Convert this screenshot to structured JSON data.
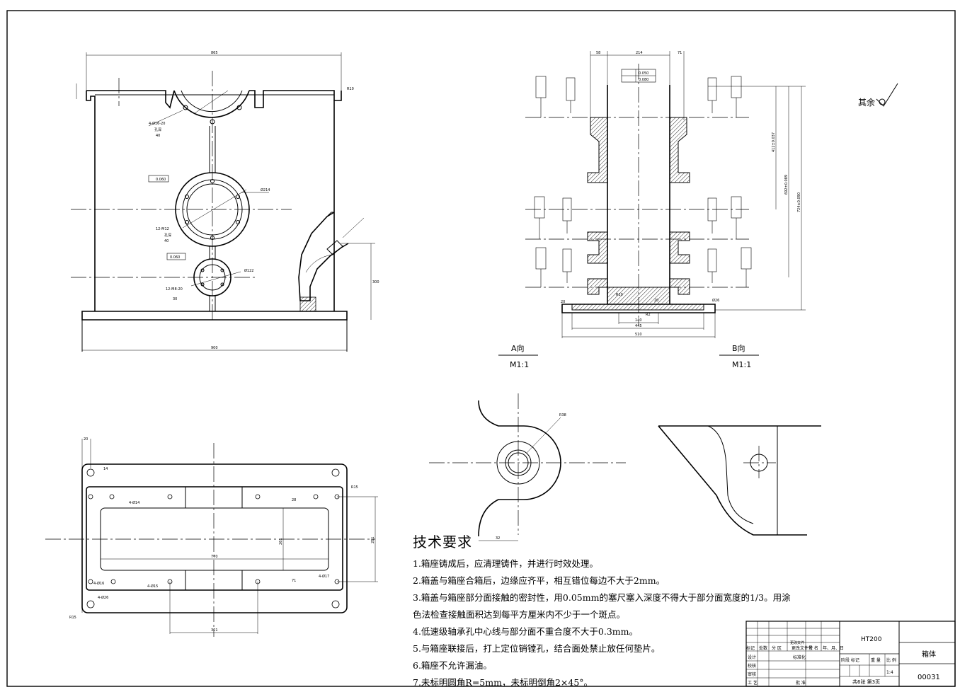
{
  "views": {
    "view_a": {
      "title": "A向",
      "scale": "M1:1"
    },
    "view_b": {
      "title": "B向",
      "scale": "M1:1"
    }
  },
  "roughness": {
    "label": "其余"
  },
  "dimensions": {
    "front": {
      "overall_width": "865",
      "base_width": "900",
      "height_a": "300",
      "dia_214": "Ø214",
      "dia_122": "Ø122",
      "r10": "R10",
      "note_hole_top": "4-Ø16-20",
      "note_hole_top_sub": "孔深",
      "note_hole_top_depth": "40",
      "note_hole_mid": "12-M12",
      "note_hole_mid_sub": "孔深",
      "note_hole_mid_depth": "40",
      "note_hole_low": "12-M8-20",
      "note_hole_low_depth": "30",
      "tol_mid": "0.060",
      "tol_low": "0.060"
    },
    "side": {
      "top_left": "58",
      "top_mid": "214",
      "top_right": "71",
      "h1": "412±0.037",
      "h2": "692±0.089",
      "h3": "724±0.090",
      "b1": "140",
      "b2": "445",
      "b3": "510",
      "r10": "R10",
      "r2": "R2",
      "d26": "Ø26",
      "w20": "20",
      "w20b": "20",
      "flat_050": "0.050",
      "flat_080": "0.080"
    },
    "plan": {
      "w770": "770",
      "w301": "301",
      "h261": "261",
      "h281": "281",
      "d14": "4-Ø14",
      "d15": "4-Ø15",
      "d16": "4-Ø16",
      "d26": "4-Ø26",
      "r15": "R15",
      "r15b": "R15",
      "d17": "4-Ø17",
      "v14": "14",
      "v20": "20",
      "v28": "28",
      "v71": "71"
    },
    "detail": {
      "r38": "R38",
      "w32": "32"
    }
  },
  "tech_requirements": {
    "title": "技术要求",
    "items": [
      "1.箱座铸成后，应清理铸件，并进行时效处理。",
      "2.箱盖与箱座合箱后，边缘应齐平，相互错位每边不大于2mm。",
      "3.箱盖与箱座部分面接触的密封性，用0.05mm的塞尺塞入深度不得大于部分面宽度的1/3。用涂",
      "色法检查接触面积达到每平方厘米内不少于一个斑点。",
      "4.低速级轴承孔中心线与部分面不重合度不大于0.3mm。",
      "5.与箱座联接后，打上定位销镗孔，结合面处禁止放任何垫片。",
      "6.箱座不允许漏油。",
      "7.未标明圆角R=5mm，未标明倒角2×45°。"
    ]
  },
  "title_block": {
    "material": "HT200",
    "part_name": "箱体",
    "drawing_no": "00031",
    "scale": "1:4",
    "sheets": "共6张  第3页",
    "header_row": [
      "标记",
      "处数",
      "分 区",
      "更改文件号",
      "签 名",
      "年、月、日"
    ],
    "rows": [
      "设计",
      "校核",
      "审核",
      "工 艺"
    ],
    "stage_labels": [
      "阶段 标记",
      "重 量",
      "比 例"
    ],
    "std": "标准化",
    "approve": "批 准",
    "file_label": "更改文件"
  }
}
